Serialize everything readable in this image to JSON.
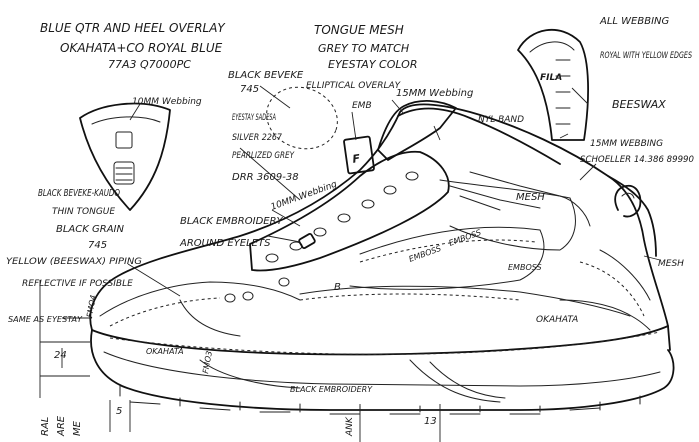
{
  "notes": {
    "qtr_overlay": "BLUE QTR AND HEEL OVERLAY",
    "okahata": "OKAHATA+CO ROYAL BLUE",
    "code": "77A3 Q7000PC",
    "tongue_mesh": "TONGUE MESH",
    "grey_match": "GREY TO MATCH",
    "eyestay_color": "EYESTAY COLOR",
    "all_webbing": "ALL WEBBING",
    "royal_yellow": "ROYAL WITH YELLOW EDGES",
    "beeswax": "BEESWAX",
    "webbing_15_right": "15MM WEBBING",
    "black_beveke_top": "BLACK BEVEKE",
    "num_745_top": "745",
    "elliptical": "ELLIPTICAL OVERLAY",
    "emb": "EMB",
    "webbing_15_top": "15MM Webbing",
    "nyl_band": "NYL BAND",
    "webbing_10_left": "10MM Webbing",
    "eyestay_sadesa": "EYESTAY SADESA",
    "silver": "SILVER 2267",
    "pearlized": "PEARLIZED GREY",
    "drr": "DRR 3609-38",
    "schoeller": "SCHOELLER 14.386 89990",
    "mesh_right": "MESH",
    "mesh_toe": "MESH",
    "black_beveke_kaudo": "BLACK BEVEKE-KAUDO",
    "thin_tongue": "THIN TONGUE",
    "black_grain": "BLACK GRAIN",
    "num_745_left": "745",
    "webbing_10_mid": "10MM Webbing",
    "black_embroidery": "BLACK EMBROIDERY",
    "around_eyelets": "AROUND EYELETS",
    "yellow_piping": "YELLOW (BEESWAX) PIPING",
    "reflective": "REFLECTIVE IF POSSIBLE",
    "same_as_eyestay": "SAME AS EYESTAY",
    "fmo4": "FMO4",
    "emboss_a": "EMBOSS",
    "emboss_b": "EMBOSS",
    "emboss_c": "EMBOSS",
    "okahata_small": "OKAHATA",
    "okahata_heel": "OKAHATA",
    "fmo3": "FMO3",
    "black_embroidery_low": "BLACK EMBROIDERY",
    "dim_24": "24",
    "dim_5": "5",
    "dim_13": "13",
    "dim_b": "B",
    "corner_ral": "RAL",
    "corner_are": "ARE",
    "corner_me": "ME",
    "mark_anc": "ANK"
  }
}
